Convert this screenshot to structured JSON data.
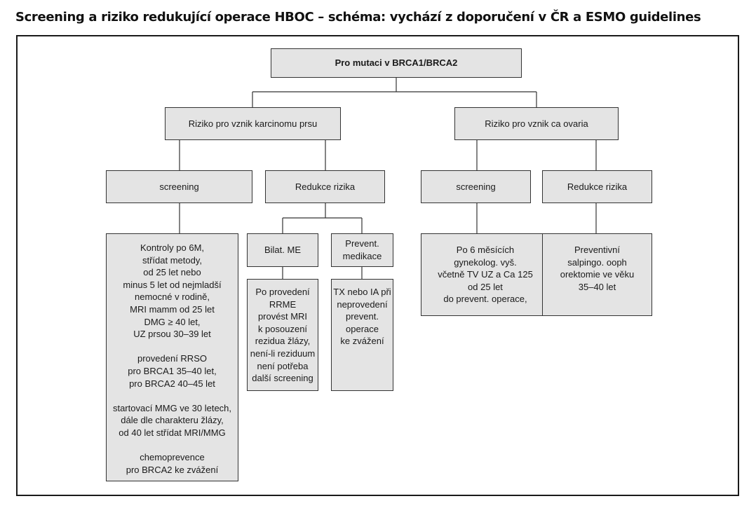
{
  "title": "Screening a riziko redukující operace HBOC – schéma: vychází z doporučení v ČR a ESMO guidelines",
  "diagram": {
    "root": "Pro mutaci v BRCA1/BRCA2",
    "breast": {
      "label": "Riziko pro vznik karcinomu prsu",
      "screening": {
        "label": "screening",
        "detail": "Kontroly po 6M,\nstřídat metody,\nod 25 let nebo\nminus 5 let od nejmladší\nnemocné v rodině,\nMRI mamm od 25 let\nDMG ≥ 40 let,\nUZ prsou 30–39 let\n\nprovedení RRSO\npro BRCA1 35–40 let,\npro BRCA2 40–45 let\n\nstartovací MMG ve 30 letech,\ndále dle charakteru žlázy,\nod 40 let střídat MRI/MMG\n\nchemoprevence\npro BRCA2 ke zvážení"
      },
      "reduction": {
        "label": "Redukce rizika",
        "surgery": {
          "label": "Bilat. ME",
          "detail": "Po provedení\nRRME\nprovést MRI\nk posouzení\nrezidua žlázy,\nnení-li reziduum\nnení potřeba\ndalší screening"
        },
        "medication": {
          "label": "Prevent.\nmedikace",
          "detail": "TX nebo IA při\nneprovedení\nprevent.\noperace\nke zvážení"
        }
      }
    },
    "ovary": {
      "label": "Riziko pro vznik ca ovaria",
      "screening": {
        "label": "screening",
        "detail": "Po 6 měsících\ngynekolog. vyš.\nvčetně TV UZ a Ca 125\nod 25 let\ndo prevent. operace,"
      },
      "reduction": {
        "label": "Redukce rizika",
        "detail": "Preventivní\nsalpingo. ooph\norektomie ve věku\n35–40 let"
      }
    }
  },
  "colors": {
    "box_fill": "#e4e4e4",
    "line": "#333333",
    "frame": "#1a1a1a"
  }
}
